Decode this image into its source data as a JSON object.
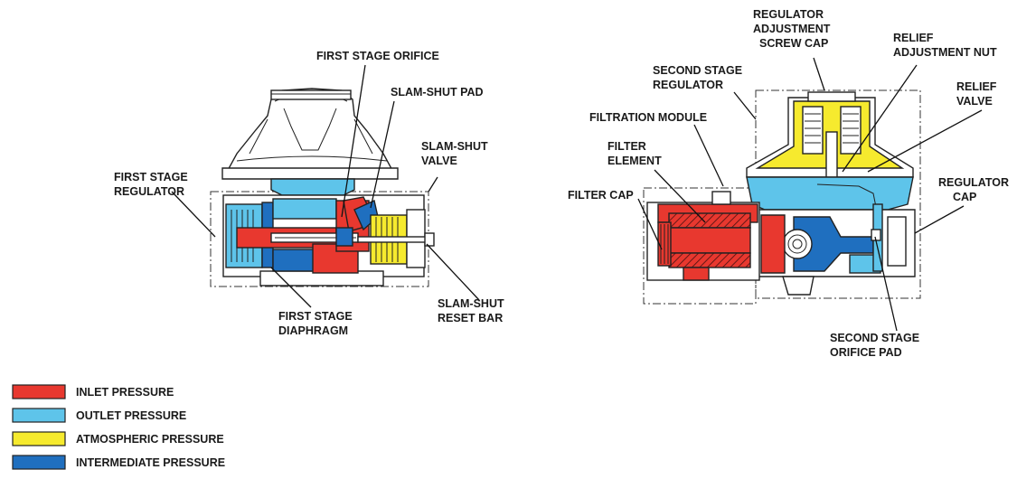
{
  "colors": {
    "inlet": "#e8382f",
    "outlet": "#5ec4ea",
    "atmospheric": "#f6ea2e",
    "intermediate": "#1f6fbf",
    "body": "#ffffff",
    "outline": "#222222"
  },
  "labels": {
    "first_stage_orifice": "FIRST STAGE ORIFICE",
    "slam_shut_pad": "SLAM-SHUT PAD",
    "slam_shut_valve_1": "SLAM-SHUT",
    "slam_shut_valve_2": "VALVE",
    "first_stage_regulator_1": "FIRST STAGE",
    "first_stage_regulator_2": "REGULATOR",
    "slam_shut_reset_bar_1": "SLAM-SHUT",
    "slam_shut_reset_bar_2": "RESET BAR",
    "first_stage_diaphragm_1": "FIRST STAGE",
    "first_stage_diaphragm_2": "DIAPHRAGM",
    "regulator_adjustment_screw_cap_1": "REGULATOR",
    "regulator_adjustment_screw_cap_2": "ADJUSTMENT",
    "regulator_adjustment_screw_cap_3": "SCREW CAP",
    "relief_adjustment_nut_1": "RELIEF",
    "relief_adjustment_nut_2": "ADJUSTMENT NUT",
    "second_stage_regulator_1": "SECOND STAGE",
    "second_stage_regulator_2": "REGULATOR",
    "relief_valve_1": "RELIEF",
    "relief_valve_2": "VALVE",
    "filtration_module": "FILTRATION MODULE",
    "filter_element_1": "FILTER",
    "filter_element_2": "ELEMENT",
    "regulator_cap_1": "REGULATOR",
    "regulator_cap_2": "CAP",
    "filter_cap": "FILTER CAP",
    "second_stage_orifice_pad_1": "SECOND STAGE",
    "second_stage_orifice_pad_2": "ORIFICE PAD"
  },
  "legend": [
    {
      "key": "inlet",
      "label": "INLET PRESSURE"
    },
    {
      "key": "outlet",
      "label": "OUTLET PRESSURE"
    },
    {
      "key": "atmospheric",
      "label": "ATMOSPHERIC PRESSURE"
    },
    {
      "key": "intermediate",
      "label": "INTERMEDIATE PRESSURE"
    }
  ]
}
